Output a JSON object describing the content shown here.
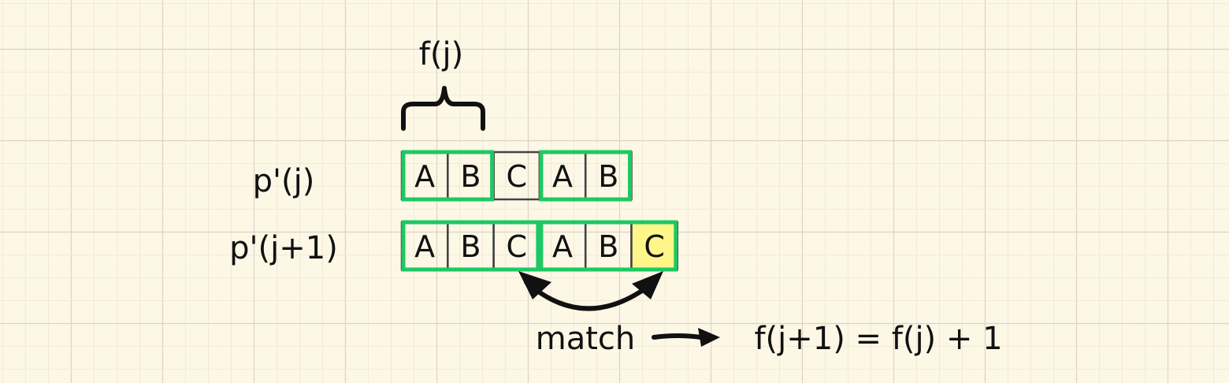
{
  "colors": {
    "background": "#fdf7e6",
    "grid_minor": "#f1ead6",
    "grid_major": "#dcd3c6",
    "match_box": "#1ec862",
    "highlight": "#fff68a",
    "ink": "#111111"
  },
  "brace_label": "f(j)",
  "rows": [
    {
      "label": "p'(j)",
      "cells": [
        "A",
        "B",
        "C",
        "A",
        "B"
      ],
      "green_groups": [
        [
          0,
          1
        ],
        [
          3,
          4
        ]
      ],
      "highlight_index": -1
    },
    {
      "label": "p'(j+1)",
      "cells": [
        "A",
        "B",
        "C",
        "A",
        "B",
        "C"
      ],
      "green_groups": [
        [
          0,
          2
        ],
        [
          3,
          5
        ]
      ],
      "highlight_index": 5
    }
  ],
  "match_label": "match",
  "equation": "f(j+1) = f(j) + 1"
}
